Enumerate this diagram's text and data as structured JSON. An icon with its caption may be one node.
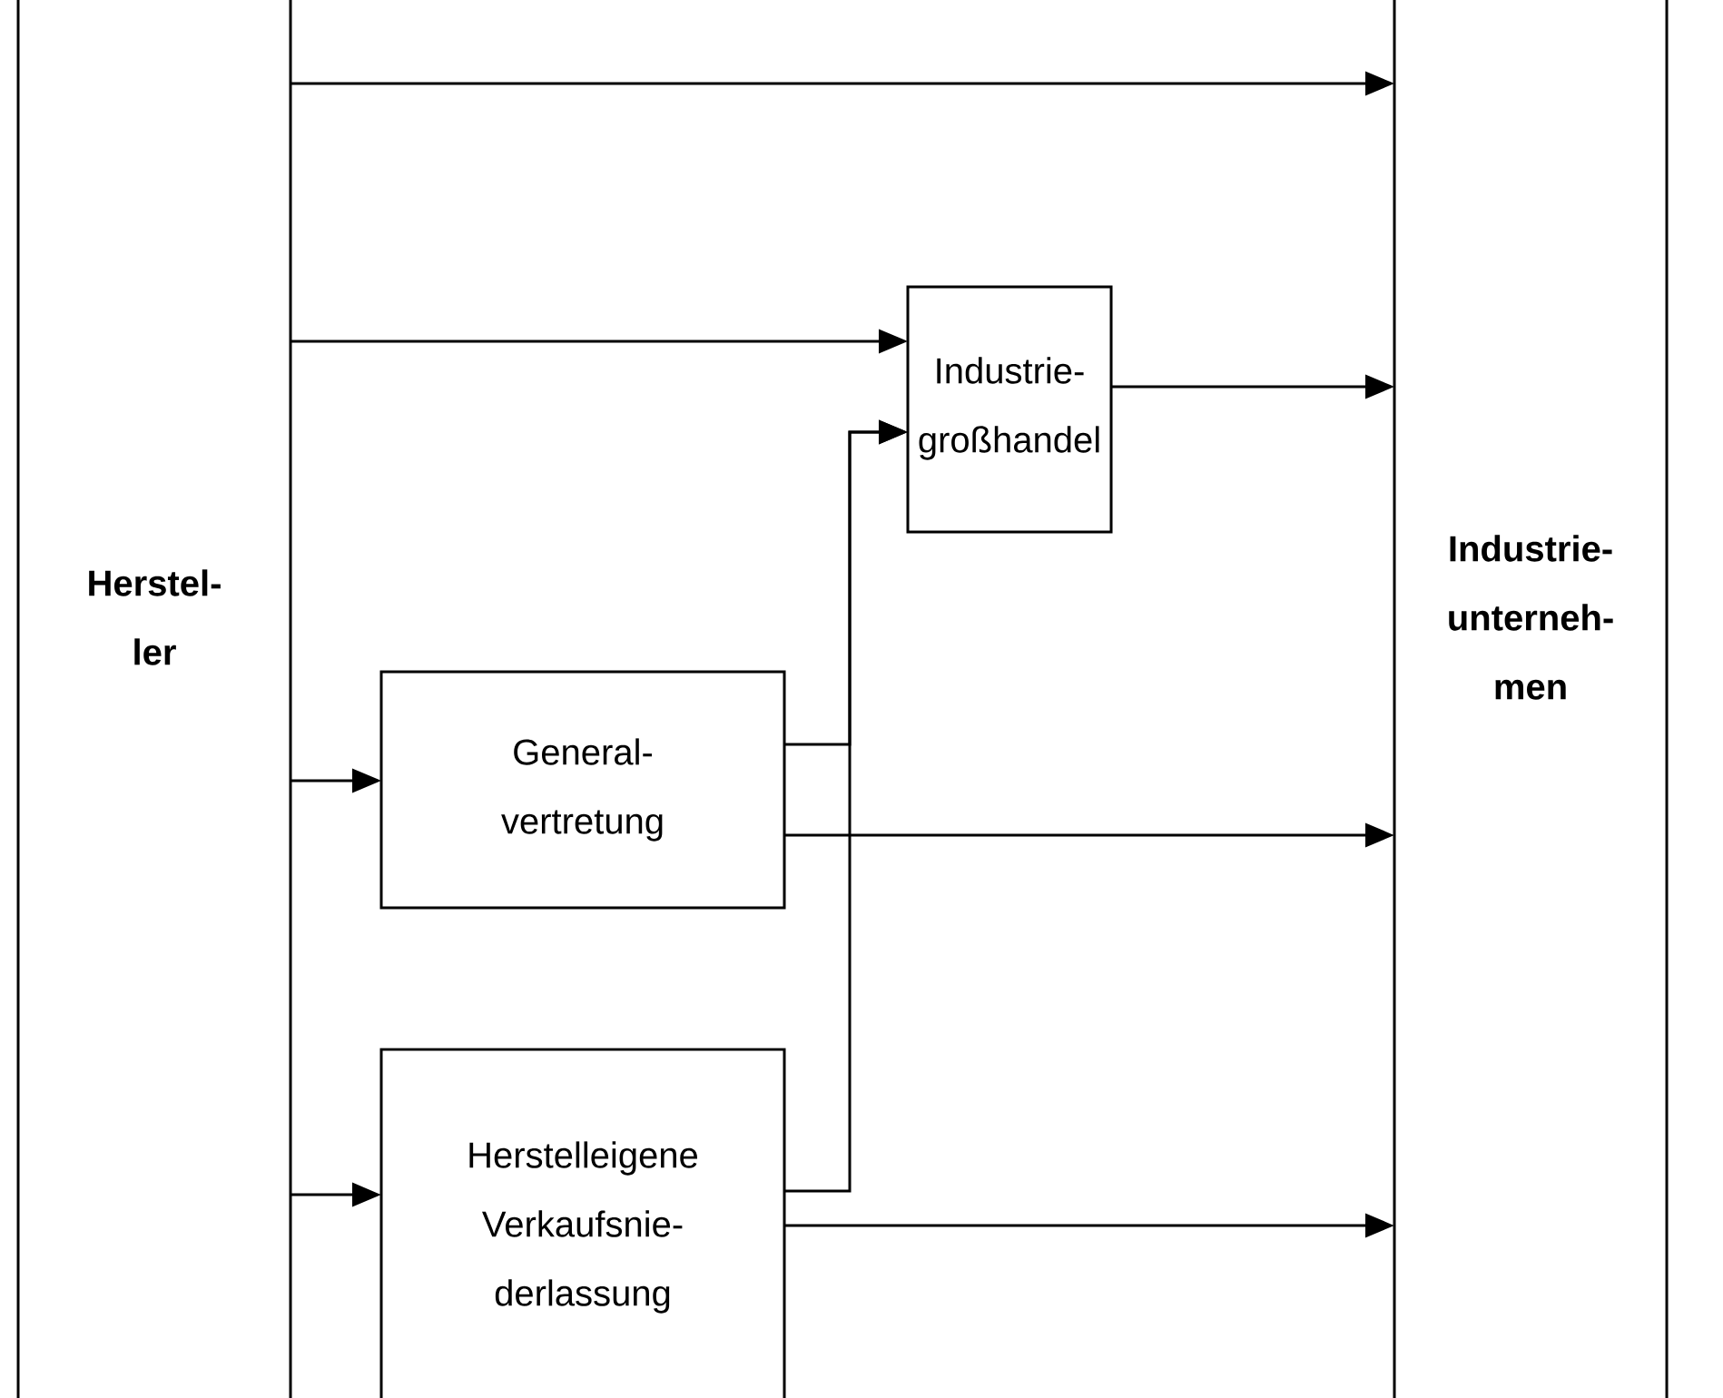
{
  "diagram": {
    "nodes": [
      {
        "text": [
          "Herstel- ler"
        ]
      },
      {
        "text": [
          "Industrie- großhandel"
        ]
      },
      {
        "text": [
          "Industrie- unterneh- men"
        ]
      },
      {
        "text": [
          "General- vertretung"
        ]
      },
      {
        "text": [
          "Herstelleigene Verkaufsnie- derlassung"
        ]
      }
    ],
    "edges": [
      {
        "from": 0,
        "to": 2,
        "arrow": "to"
      },
      {
        "from": 0,
        "to": 1,
        "arrow": "to"
      },
      {
        "from": 1,
        "to": 2,
        "arrow": "to"
      },
      {
        "from": 0,
        "to": 3,
        "arrow": "to"
      },
      {
        "from": 3,
        "to": 2,
        "arrow": "to"
      },
      {
        "from": 3,
        "to": 1,
        "arrow": "to"
      },
      {
        "from": 0,
        "to": 4,
        "arrow": "to"
      },
      {
        "from": 4,
        "to": 1,
        "arrow": "to"
      },
      {
        "from": 4,
        "to": 2,
        "arrow": "to"
      }
    ]
  }
}
